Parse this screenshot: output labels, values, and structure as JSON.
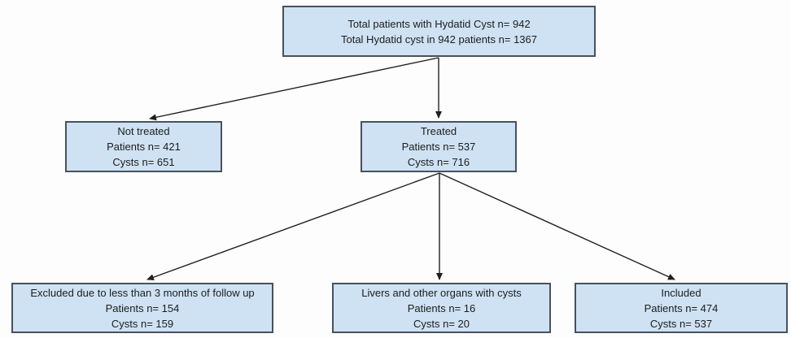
{
  "diagram": {
    "type": "flowchart",
    "colors": {
      "background": "#fdfdfd",
      "node_fill": "#cfe2f3",
      "node_border": "#46525e",
      "arrow": "#1f1f1f",
      "text": "#1c1c1c"
    }
  },
  "nodes": {
    "root": {
      "lines": [
        "Total patients with Hydatid Cyst n= 942",
        "Total Hydatid cyst in 942 patients n= 1367"
      ]
    },
    "not_treated": {
      "lines": [
        "Not treated",
        "Patients n= 421",
        "Cysts n= 651"
      ]
    },
    "treated": {
      "lines": [
        "Treated",
        "Patients n= 537",
        "Cysts n= 716"
      ]
    },
    "excluded": {
      "lines": [
        "Excluded due to less than 3 months of follow up",
        "Patients n= 154",
        "Cysts n= 159"
      ]
    },
    "livers": {
      "lines": [
        "Livers and other organs with cysts",
        "Patients n= 16",
        "Cysts n= 20"
      ]
    },
    "included": {
      "lines": [
        "Included",
        "Patients n= 474",
        "Cysts n= 537"
      ]
    }
  },
  "edges": [
    {
      "from": "root",
      "to": "not_treated"
    },
    {
      "from": "root",
      "to": "treated"
    },
    {
      "from": "treated",
      "to": "excluded"
    },
    {
      "from": "treated",
      "to": "livers"
    },
    {
      "from": "treated",
      "to": "included"
    }
  ]
}
